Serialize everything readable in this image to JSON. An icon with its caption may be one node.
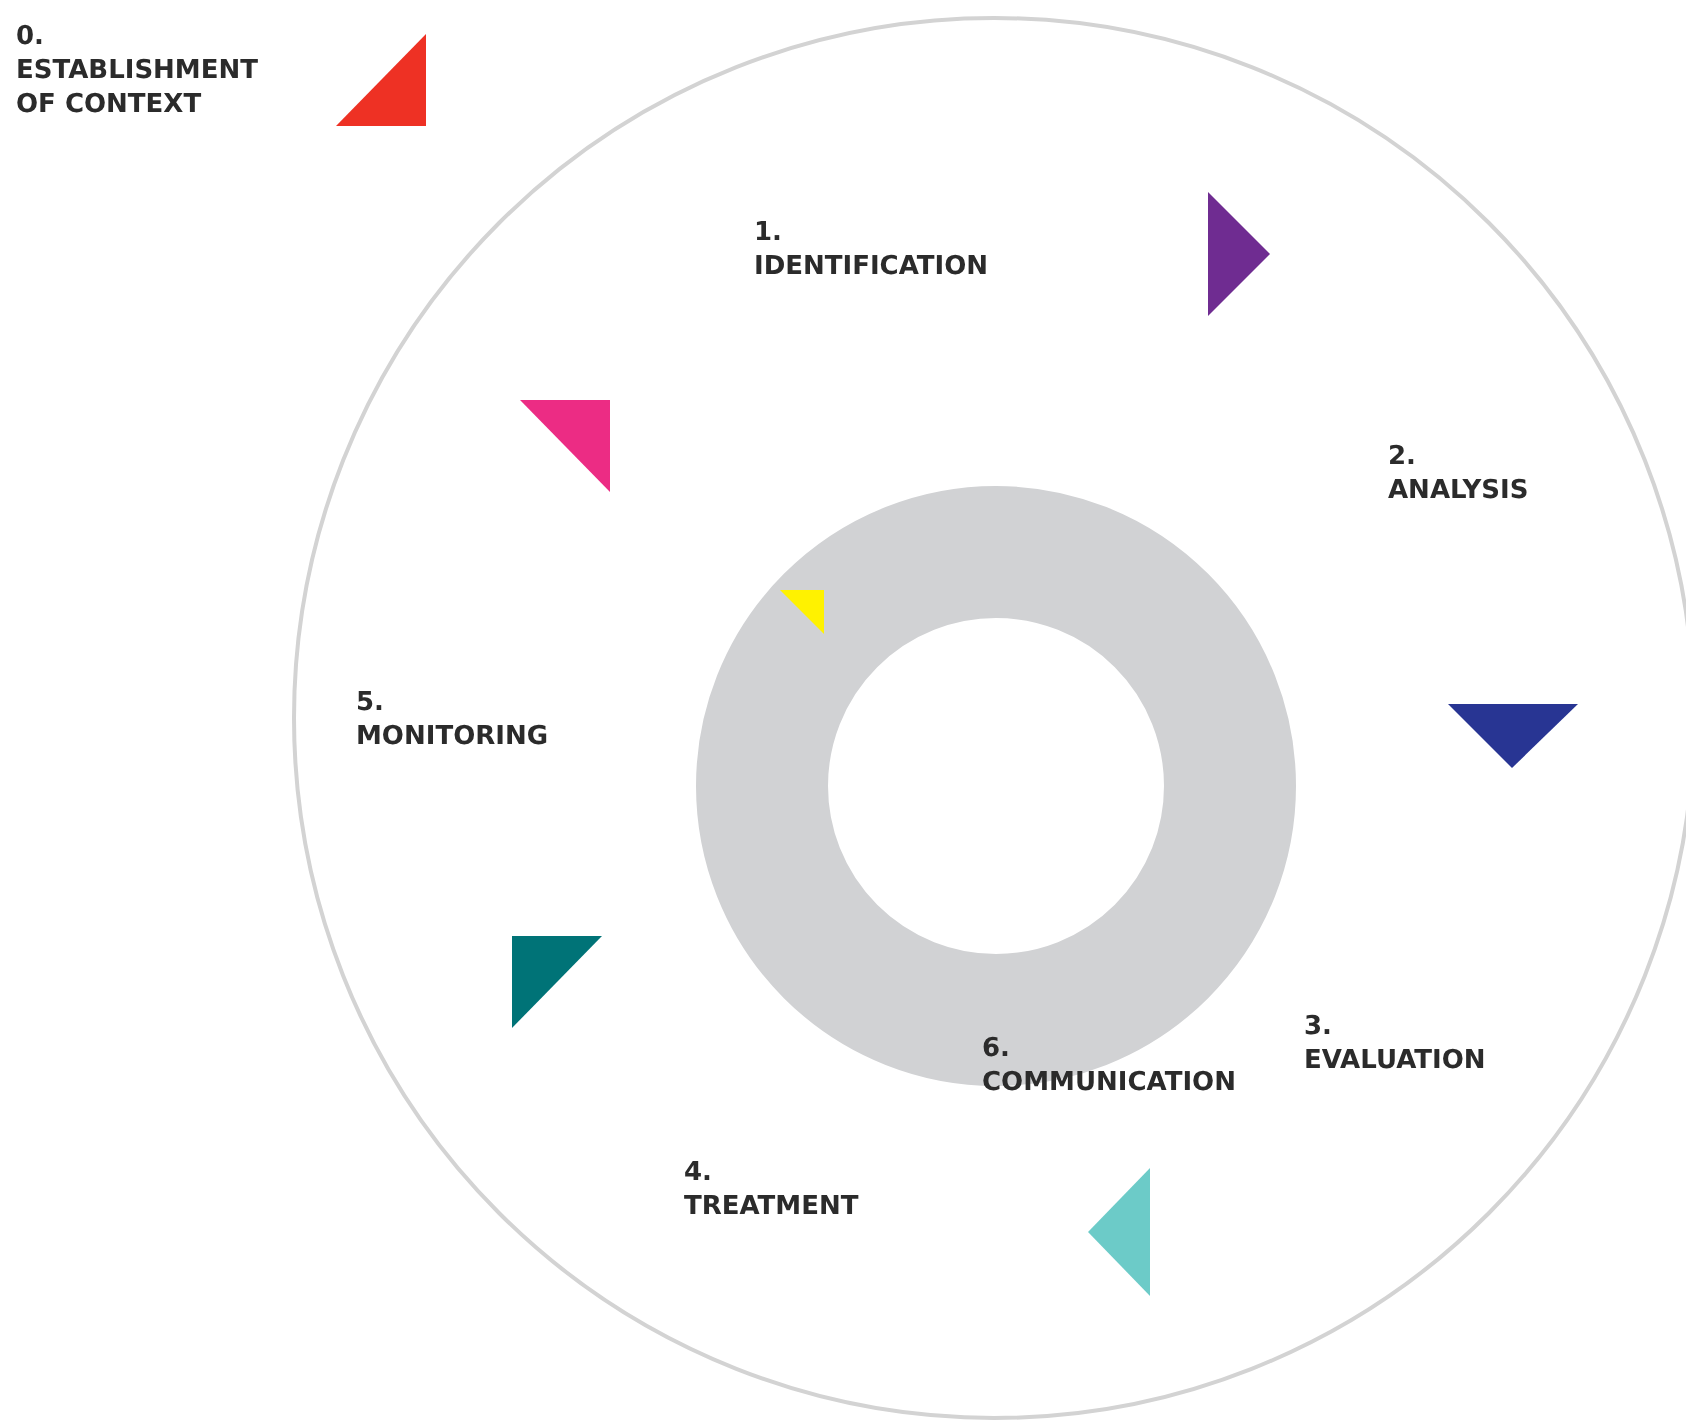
{
  "diagram": {
    "nodes": [
      {
        "text": [
          "1. IDENTIFICATION",
          "2. ANALYSIS",
          "3. EVALUATION",
          "4. TREATMENT",
          "5. MONITORING"
        ]
      },
      {
        "text": [
          "6. COMMUNICATION"
        ],
        "in": 0
      }
    ],
    "labels": [
      "0. ESTABLISHMENT OF CONTEXT"
    ]
  }
}
